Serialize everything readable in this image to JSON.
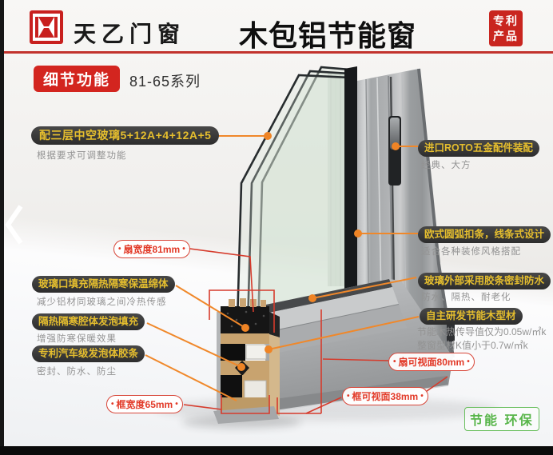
{
  "header": {
    "brand": "天乙门窗",
    "title": "木包铝节能窗",
    "patent_seal": {
      "line1": "专利",
      "line2": "产品"
    },
    "logo_icon": "tianyi-brand-seal"
  },
  "section": {
    "badge": "细节功能",
    "series": "81-65系列"
  },
  "annotations": {
    "left": [
      {
        "label": "配三层中空玻璃5+12A+4+12A+5",
        "sub": "根据要求可调整功能"
      },
      {
        "label": "玻璃口填充隔热隔寒保温绵体",
        "sub": "减少铝材同玻璃之间冷热传感"
      },
      {
        "label": "隔热隔寒腔体发泡填充",
        "sub": "增强防寒保暖效果"
      },
      {
        "label": "专利汽车级发泡体胶条",
        "sub": "密封、防水、防尘"
      }
    ],
    "right": [
      {
        "label": "进口ROTO五金配件装配",
        "sub": "经典、大方"
      },
      {
        "label": "欧式圆弧扣条，线条式设计",
        "sub": "适合各种装修风格搭配"
      },
      {
        "label": "玻璃外部采用胶条密封防水",
        "sub": "防水、隔热、耐老化"
      },
      {
        "label": "自主研发节能木型材",
        "sub_lines": [
          "节能木热传导值仅为0.05w/㎡k",
          "整窗型材K值小于0.7w/㎡k"
        ]
      }
    ]
  },
  "measurements": [
    {
      "label": "扇宽度81mm"
    },
    {
      "label": "框宽度65mm"
    },
    {
      "label": "扇可视面80mm"
    },
    {
      "label": "框可视面38mm"
    }
  ],
  "eco_badge": "节能 环保",
  "ui": {
    "dot": "•",
    "prev_icon": "chevron-left"
  },
  "colors": {
    "accent_red": "#d0271f",
    "annotation_gold": "#e5be2e",
    "pill_bg": "#353535",
    "orange": "#f0882a",
    "measure_red": "#d9402f",
    "green": "#58b54a"
  }
}
